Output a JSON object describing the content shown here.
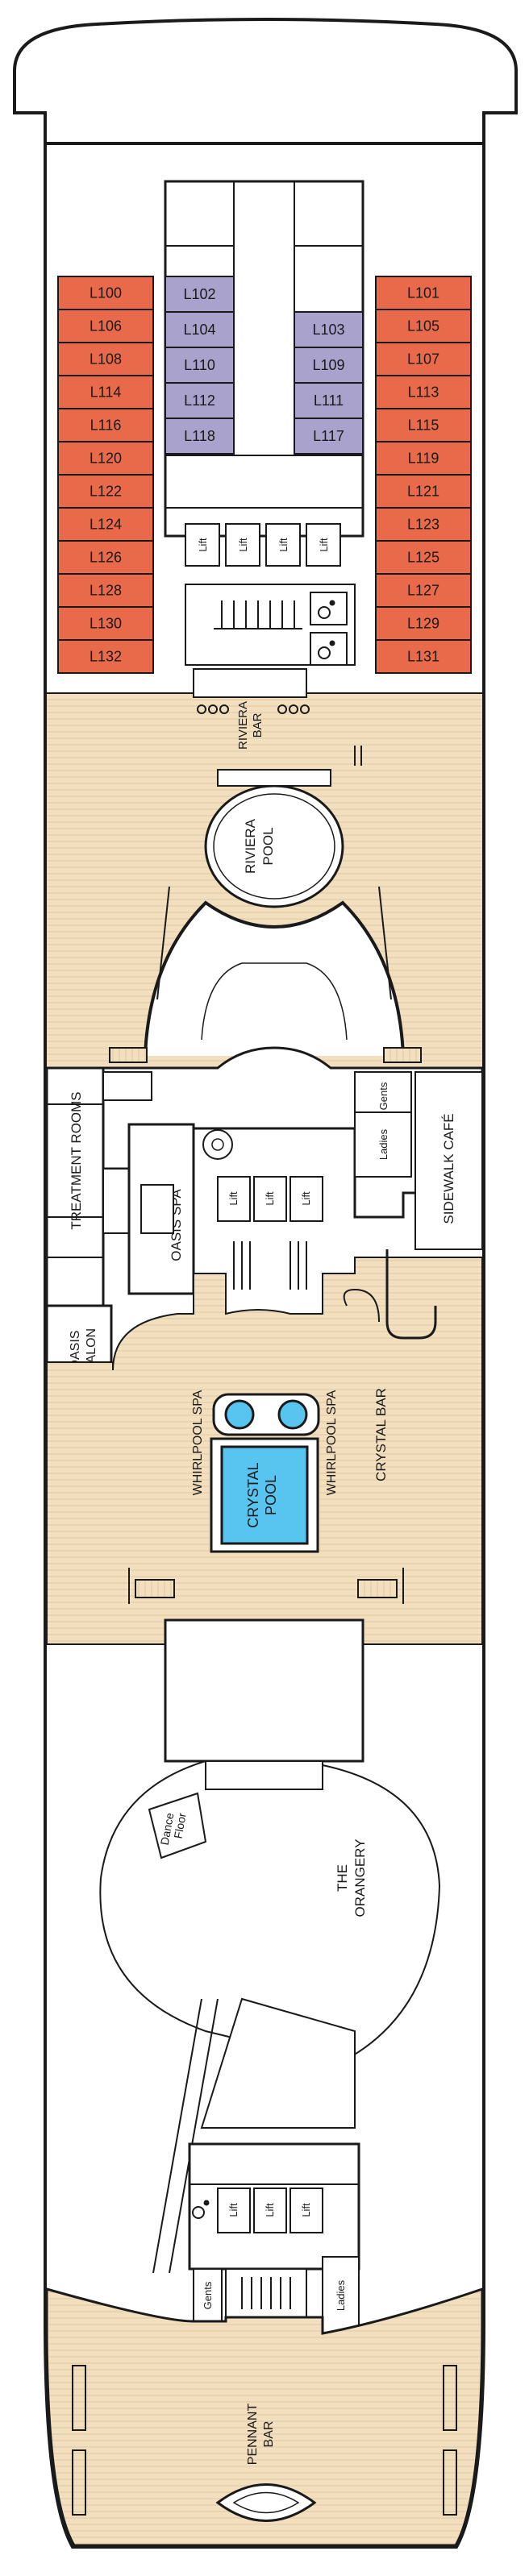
{
  "colors": {
    "deck_wood": "#f1dfc0",
    "deck_stripe": "#e2c79c",
    "cabin_standard": "#e96a4a",
    "cabin_interior": "#a8a2cc",
    "pool_water": "#58c4f0",
    "outline": "#1a1a1a"
  },
  "cabins_left_outer": [
    "L100",
    "L106",
    "L108",
    "L114",
    "L116",
    "L120",
    "L122",
    "L124",
    "L126",
    "L128",
    "L130",
    "L132"
  ],
  "cabins_right_outer": [
    "L101",
    "L105",
    "L107",
    "L113",
    "L115",
    "L119",
    "L121",
    "L123",
    "L125",
    "L127",
    "L129",
    "L131"
  ],
  "cabins_left_inner": [
    "L102",
    "L104",
    "L110",
    "L112",
    "L118"
  ],
  "cabins_right_inner": [
    "L103",
    "L109",
    "L111",
    "L117"
  ],
  "lift_label": "Lift",
  "venues": {
    "riviera_bar": [
      "RIVIERA",
      "BAR"
    ],
    "riviera_pool": [
      "RIVIERA",
      "POOL"
    ],
    "treatment_rooms": "TREATMENT ROOMS",
    "oasis_spa": "OASIS SPA",
    "oasis_salon": [
      "OASIS",
      "SALON"
    ],
    "gents": "Gents",
    "ladies": "Ladies",
    "sidewalk_cafe": "SIDEWALK CAFÉ",
    "whirlpool_spa": "WHIRLPOOL SPA",
    "crystal_pool": [
      "CRYSTAL",
      "POOL"
    ],
    "crystal_bar": "CRYSTAL BAR",
    "dance_floor": [
      "Dance",
      "Floor"
    ],
    "the_orangery": [
      "THE",
      "ORANGERY"
    ],
    "pennant_bar": [
      "PENNANT",
      "BAR"
    ]
  }
}
